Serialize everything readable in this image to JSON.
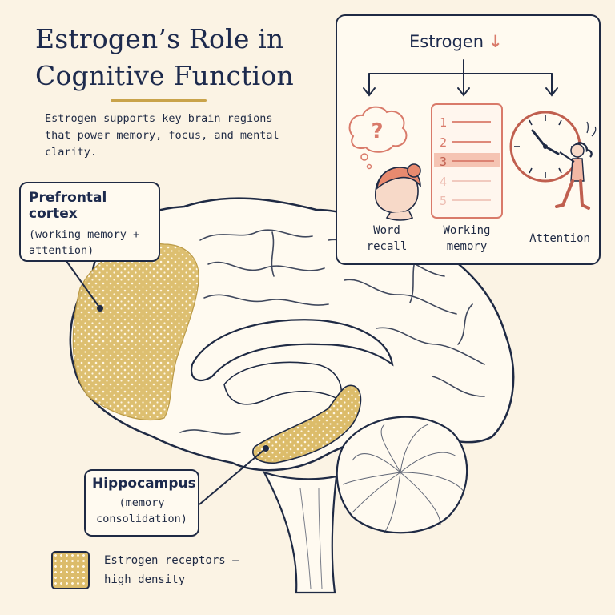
{
  "title": "Estrogen’s Role in Cognitive Function",
  "intro": "Estrogen supports key brain regions that power memory, focus, and mental clarity.",
  "callouts": {
    "prefrontal": {
      "title": "Prefrontal cortex",
      "subtitle": "(working memory + attention)"
    },
    "hippocampus": {
      "title": "Hippocampus",
      "subtitle": "(memory consolidation)"
    }
  },
  "effects": {
    "title": "Estrogen",
    "arrow": "↓",
    "items": [
      {
        "label": "Word recall",
        "icon": "question-thought-bubble-icon"
      },
      {
        "label": "Working memory",
        "icon": "numbered-list-icon"
      },
      {
        "label": "Attention",
        "icon": "clock-pulled-by-person-icon"
      }
    ],
    "list_numbers": [
      "1",
      "2",
      "3",
      "4",
      "5"
    ],
    "question_mark": "?"
  },
  "legend": {
    "label": "Estrogen receptors — high density"
  },
  "colors": {
    "receptor": "#dcbc6a",
    "accent": "#d97a6a",
    "ink": "#1f2a44",
    "background": "#fbf3e4"
  }
}
